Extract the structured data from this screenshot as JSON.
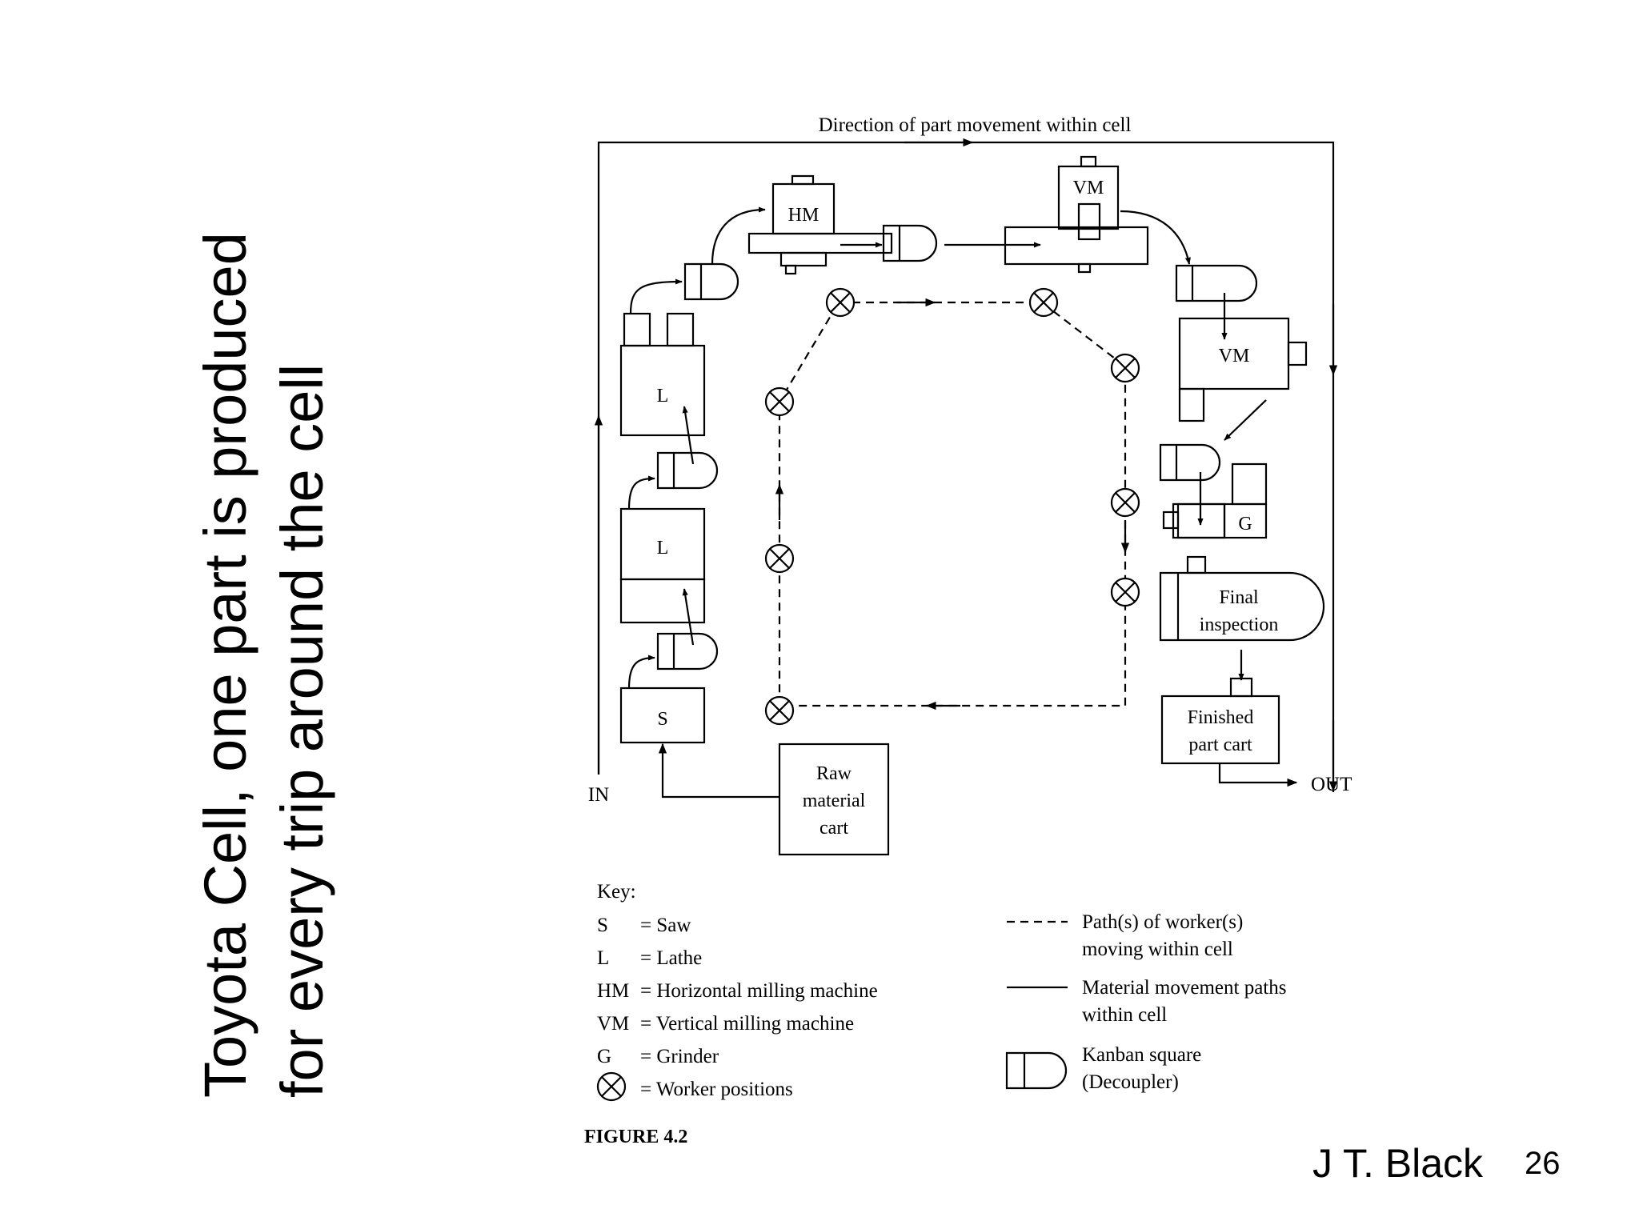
{
  "slide": {
    "title_lines": [
      "Toyota Cell, one part is produced",
      "for every trip around the cell"
    ],
    "author": "J T. Black",
    "page_number": "26"
  },
  "diagram": {
    "direction_label": "Direction of part movement within cell",
    "in_label": "IN",
    "out_label": "OUT",
    "machines": {
      "hm": "HM",
      "vm_top": "VM",
      "vm_right": "VM",
      "lathe_top": "L",
      "lathe_bottom": "L",
      "saw": "S",
      "grinder": "G",
      "final_inspection": [
        "Final",
        "inspection"
      ],
      "finished_cart": [
        "Finished",
        "part cart"
      ],
      "raw_cart": [
        "Raw",
        "material",
        "cart"
      ]
    },
    "key": {
      "title": "Key:",
      "items": [
        {
          "code": "S",
          "desc": "= Saw"
        },
        {
          "code": "L",
          "desc": "= Lathe"
        },
        {
          "code": "HM",
          "desc": "= Horizontal milling machine"
        },
        {
          "code": "VM",
          "desc": "= Vertical milling machine"
        },
        {
          "code": "G",
          "desc": "= Grinder"
        },
        {
          "code": "",
          "desc": "= Worker positions"
        }
      ],
      "legend": [
        [
          "Path(s) of worker(s)",
          "moving within cell"
        ],
        [
          "Material movement paths",
          "within cell"
        ],
        [
          "Kanban square",
          "(Decoupler)"
        ]
      ],
      "figure_caption": "FIGURE 4.2"
    }
  }
}
